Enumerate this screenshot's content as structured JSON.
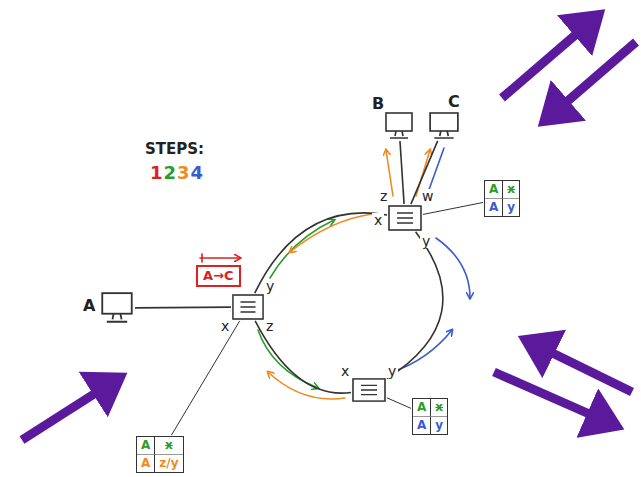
{
  "diagram": {
    "nodes": [
      {
        "text": [
          "B"
        ]
      },
      {
        "text": [
          "C"
        ]
      },
      {
        "text": [
          "z",
          "w",
          "x",
          "y"
        ]
      },
      {
        "text": [
          "A",
          "x",
          "A",
          "y"
        ]
      },
      {
        "text": [
          "A"
        ]
      },
      {
        "text": [
          "A→C"
        ]
      },
      {
        "text": [
          "y",
          "x",
          "z"
        ]
      },
      {
        "text": [
          "x",
          "y"
        ]
      },
      {
        "text": [
          "A",
          "x",
          "A",
          "z/y"
        ]
      },
      {
        "text": [
          "A",
          "x",
          "A",
          "y"
        ]
      }
    ],
    "edges": [
      {
        "from": 4,
        "to": 6,
        "arrow": "none"
      },
      {
        "from": 6,
        "to": 2,
        "arrow": "none"
      },
      {
        "from": 6,
        "to": 7,
        "arrow": "none"
      },
      {
        "from": 2,
        "to": 7,
        "arrow": "none"
      },
      {
        "from": 2,
        "to": 0,
        "arrow": "none"
      },
      {
        "from": 2,
        "to": 1,
        "arrow": "none"
      },
      {
        "from": 8,
        "to": 6,
        "arrow": "none"
      },
      {
        "from": 3,
        "to": 2,
        "arrow": "none"
      },
      {
        "from": 9,
        "to": 7,
        "arrow": "none"
      }
    ],
    "labels": [
      "STEPS:",
      "1",
      "2",
      "3",
      "4"
    ]
  }
}
